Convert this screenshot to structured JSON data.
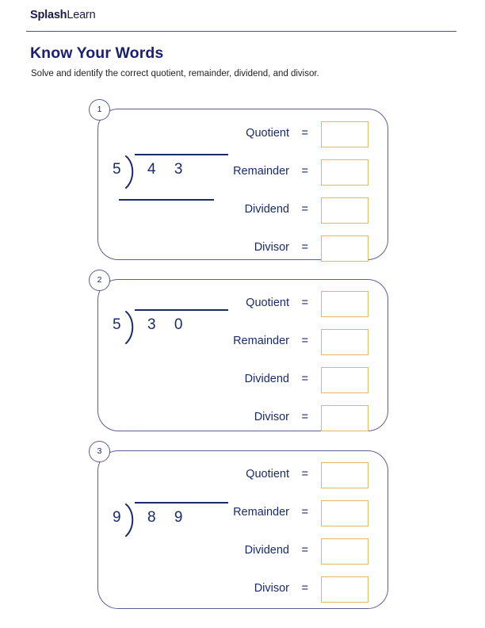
{
  "brand": {
    "name_bold": "Splash",
    "name_regular": "Learn"
  },
  "header": {
    "title": "Know Your Words",
    "subtitle": "Solve and identify the correct quotient, remainder, dividend, and divisor."
  },
  "colors": {
    "navy": "#1b1f71",
    "division_navy": "#1b2a6b",
    "card_border": "#5b5f92",
    "answer_box_border": "#e0b765",
    "rule": "#50507d"
  },
  "answer_labels": {
    "quotient": "Quotient",
    "remainder": "Remainder",
    "dividend": "Dividend",
    "divisor": "Divisor",
    "equals": "="
  },
  "problems": [
    {
      "number": "1",
      "divisor": "5",
      "dividend_digits": "4 3",
      "dividend": "43",
      "has_under_rule": true,
      "answers": {
        "quotient": "",
        "remainder": "",
        "dividend": "",
        "divisor": ""
      }
    },
    {
      "number": "2",
      "divisor": "5",
      "dividend_digits": "3 0",
      "dividend": "30",
      "has_under_rule": false,
      "answers": {
        "quotient": "",
        "remainder": "",
        "dividend": "",
        "divisor": ""
      }
    },
    {
      "number": "3",
      "divisor": "9",
      "dividend_digits": "8 9",
      "dividend": "89",
      "has_under_rule": false,
      "answers": {
        "quotient": "",
        "remainder": "",
        "dividend": "",
        "divisor": ""
      }
    }
  ]
}
